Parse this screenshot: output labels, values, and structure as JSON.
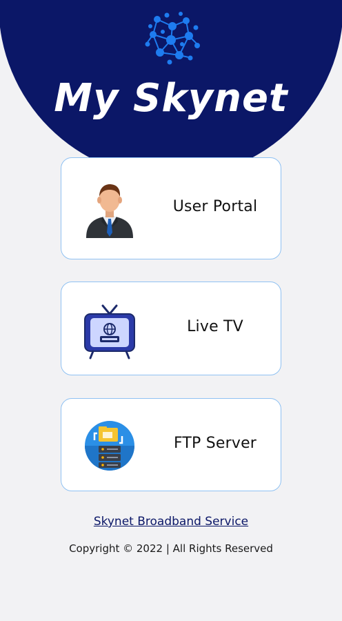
{
  "app": {
    "title": "My Skynet"
  },
  "colors": {
    "header_bg": "#0b1767",
    "page_bg": "#f2f2f4",
    "card_border": "#8fc1f2",
    "logo_blue": "#1e7cf0"
  },
  "cards": [
    {
      "label": "User Portal",
      "icon": "user-portal-icon"
    },
    {
      "label": "Live TV",
      "icon": "live-tv-icon"
    },
    {
      "label": "FTP Server",
      "icon": "ftp-server-icon"
    }
  ],
  "footer": {
    "link_text": "Skynet Broadband Service",
    "copyright": "Copyright © 2022 | All Rights Reserved"
  }
}
